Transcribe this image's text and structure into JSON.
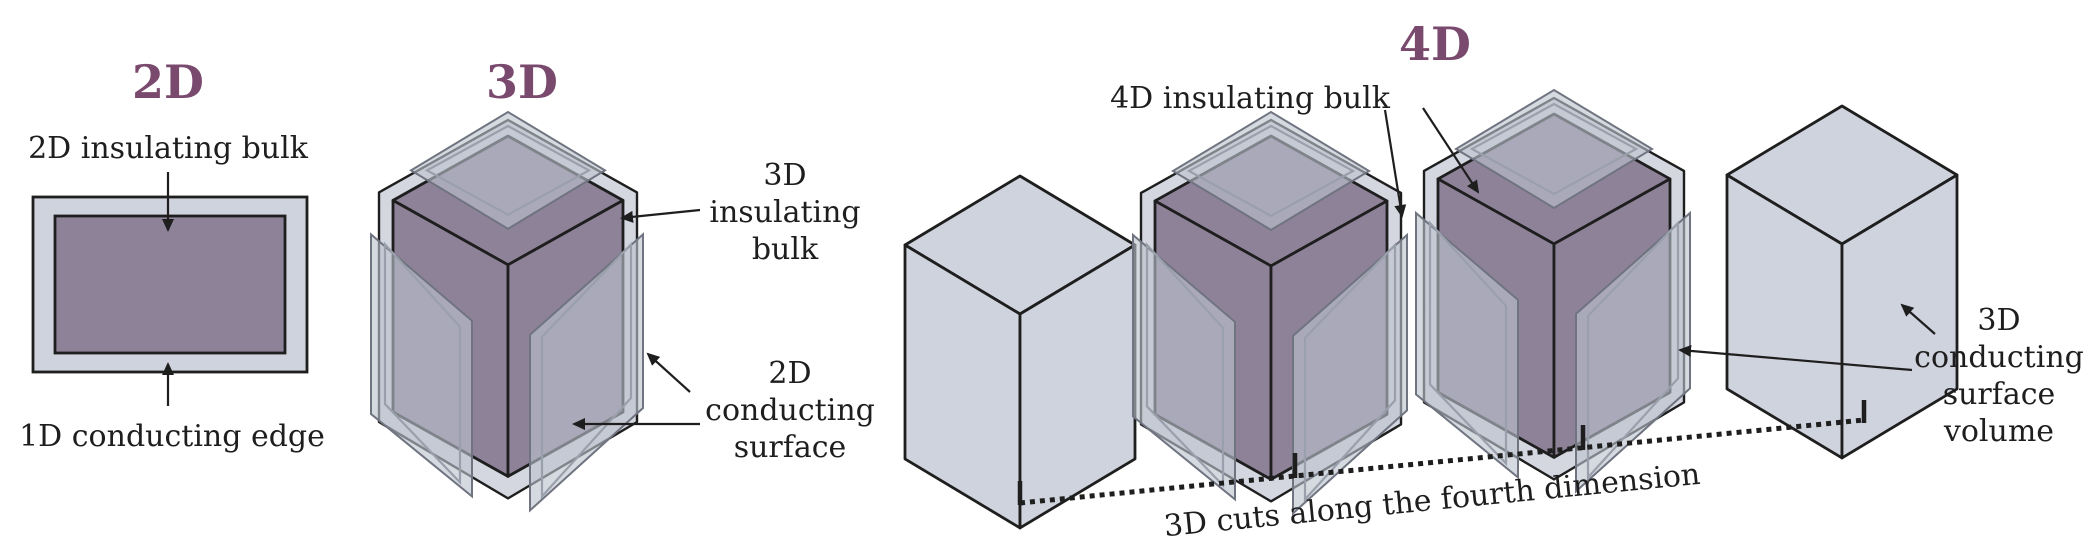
{
  "headings": {
    "two_d": "2D",
    "three_d": "3D",
    "four_d": "4D"
  },
  "labels": {
    "insulating_2d": "2D insulating bulk",
    "conducting_1d": "1D conducting edge",
    "insulating_3d": [
      "3D",
      "insulating",
      "bulk"
    ],
    "conducting_2d": [
      "2D",
      "conducting",
      "surface"
    ],
    "insulating_4d": "4D insulating bulk",
    "conducting_3d": [
      "3D",
      "conducting",
      "surface",
      "volume"
    ],
    "cuts": "3D cuts along the fourth dimension"
  },
  "colors": {
    "heading": "#7a4a6e",
    "bulk": "#8e8299",
    "surface": "#cfd3dd",
    "pane": "#bcc1cd",
    "outline": "#1e1e1e"
  }
}
